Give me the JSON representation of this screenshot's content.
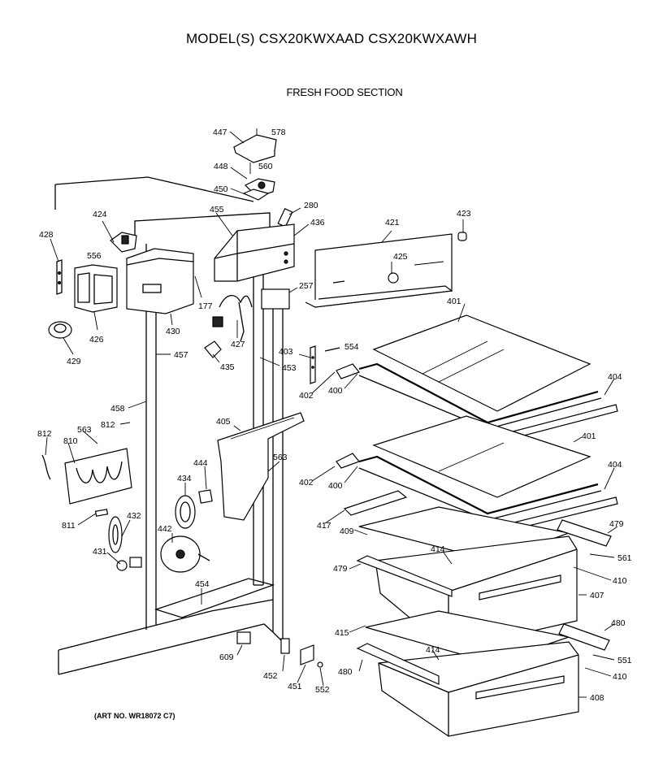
{
  "header": {
    "model_title": "MODEL(S) CSX20KWXAAD  CSX20KWXAWH",
    "section_title": "FRESH FOOD SECTION"
  },
  "footer": {
    "art_number": "(ART NO. WR18072 C7)"
  },
  "part_callouts": [
    "447",
    "578",
    "448",
    "560",
    "450",
    "280",
    "455",
    "436",
    "421",
    "423",
    "424",
    "428",
    "556",
    "425",
    "257",
    "177",
    "430",
    "426",
    "427",
    "429",
    "401",
    "403",
    "554",
    "457",
    "435",
    "453",
    "402",
    "400",
    "404",
    "458",
    "812",
    "812",
    "563",
    "810",
    "405",
    "563",
    "444",
    "434",
    "401",
    "402",
    "400",
    "404",
    "417",
    "479",
    "811",
    "432",
    "409",
    "414",
    "561",
    "442",
    "431",
    "479",
    "410",
    "454",
    "407",
    "415",
    "480",
    "609",
    "414",
    "551",
    "452",
    "480",
    "451",
    "552",
    "410",
    "408"
  ]
}
